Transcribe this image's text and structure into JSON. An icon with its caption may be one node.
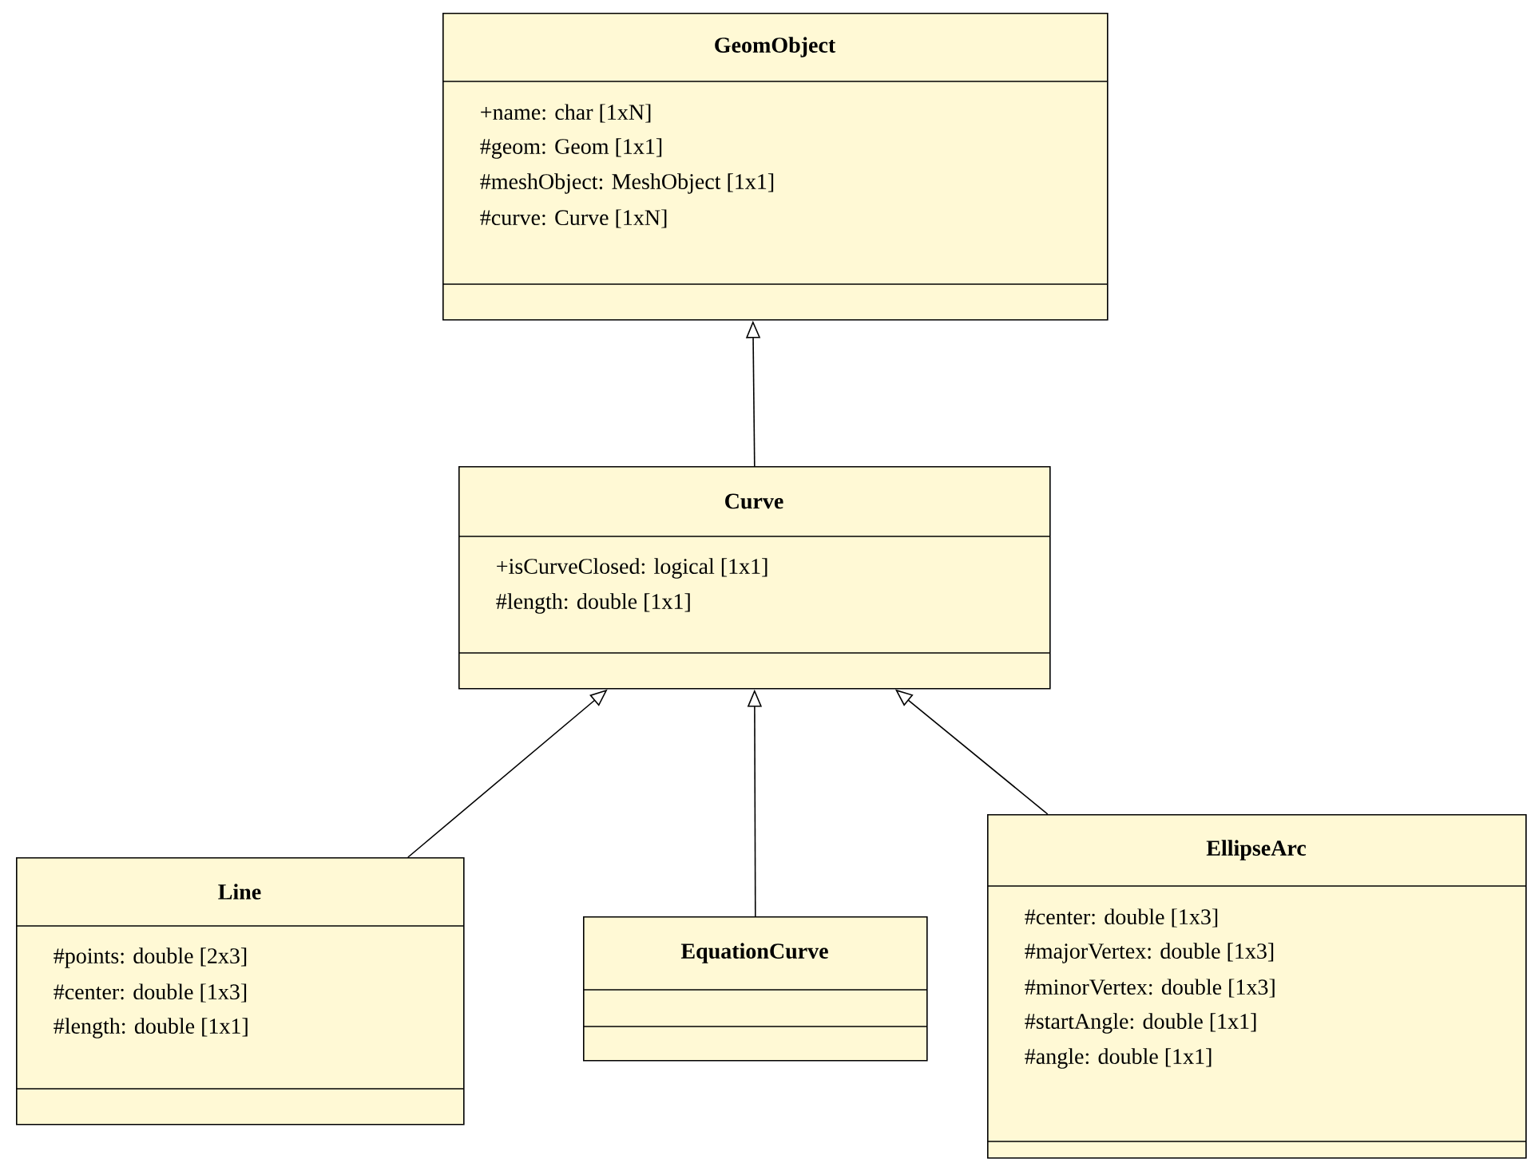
{
  "diagram": {
    "nodes": [
      {
        "text": [
          "GeomObject",
          "+name: char [1xN]",
          "#geom: Geom [1x1]",
          "#meshObject: MeshObject [1x1]",
          "#curve: Curve [1xN]"
        ]
      },
      {
        "text": [
          "Curve",
          "+isCurveClosed: logical [1x1]",
          "#length: double [1x1]"
        ]
      },
      {
        "text": [
          "Line",
          "#points: double [2x3]",
          "#center: double [1x3]",
          "#length: double [1x1]"
        ]
      },
      {
        "text": [
          "EquationCurve"
        ]
      },
      {
        "text": [
          "EllipseArc",
          "#center: double [1x3]",
          "#majorVertex: double [1x3]",
          "#minorVertex: double [1x3]",
          "#startAngle: double [1x1]",
          "#angle: double [1x1]"
        ]
      }
    ],
    "edges": [
      {
        "from": 1,
        "to": 0,
        "arrow": "to"
      },
      {
        "from": 2,
        "to": 1,
        "arrow": "to"
      },
      {
        "from": 3,
        "to": 1,
        "arrow": "to"
      },
      {
        "from": 4,
        "to": 1,
        "arrow": "to"
      }
    ]
  }
}
